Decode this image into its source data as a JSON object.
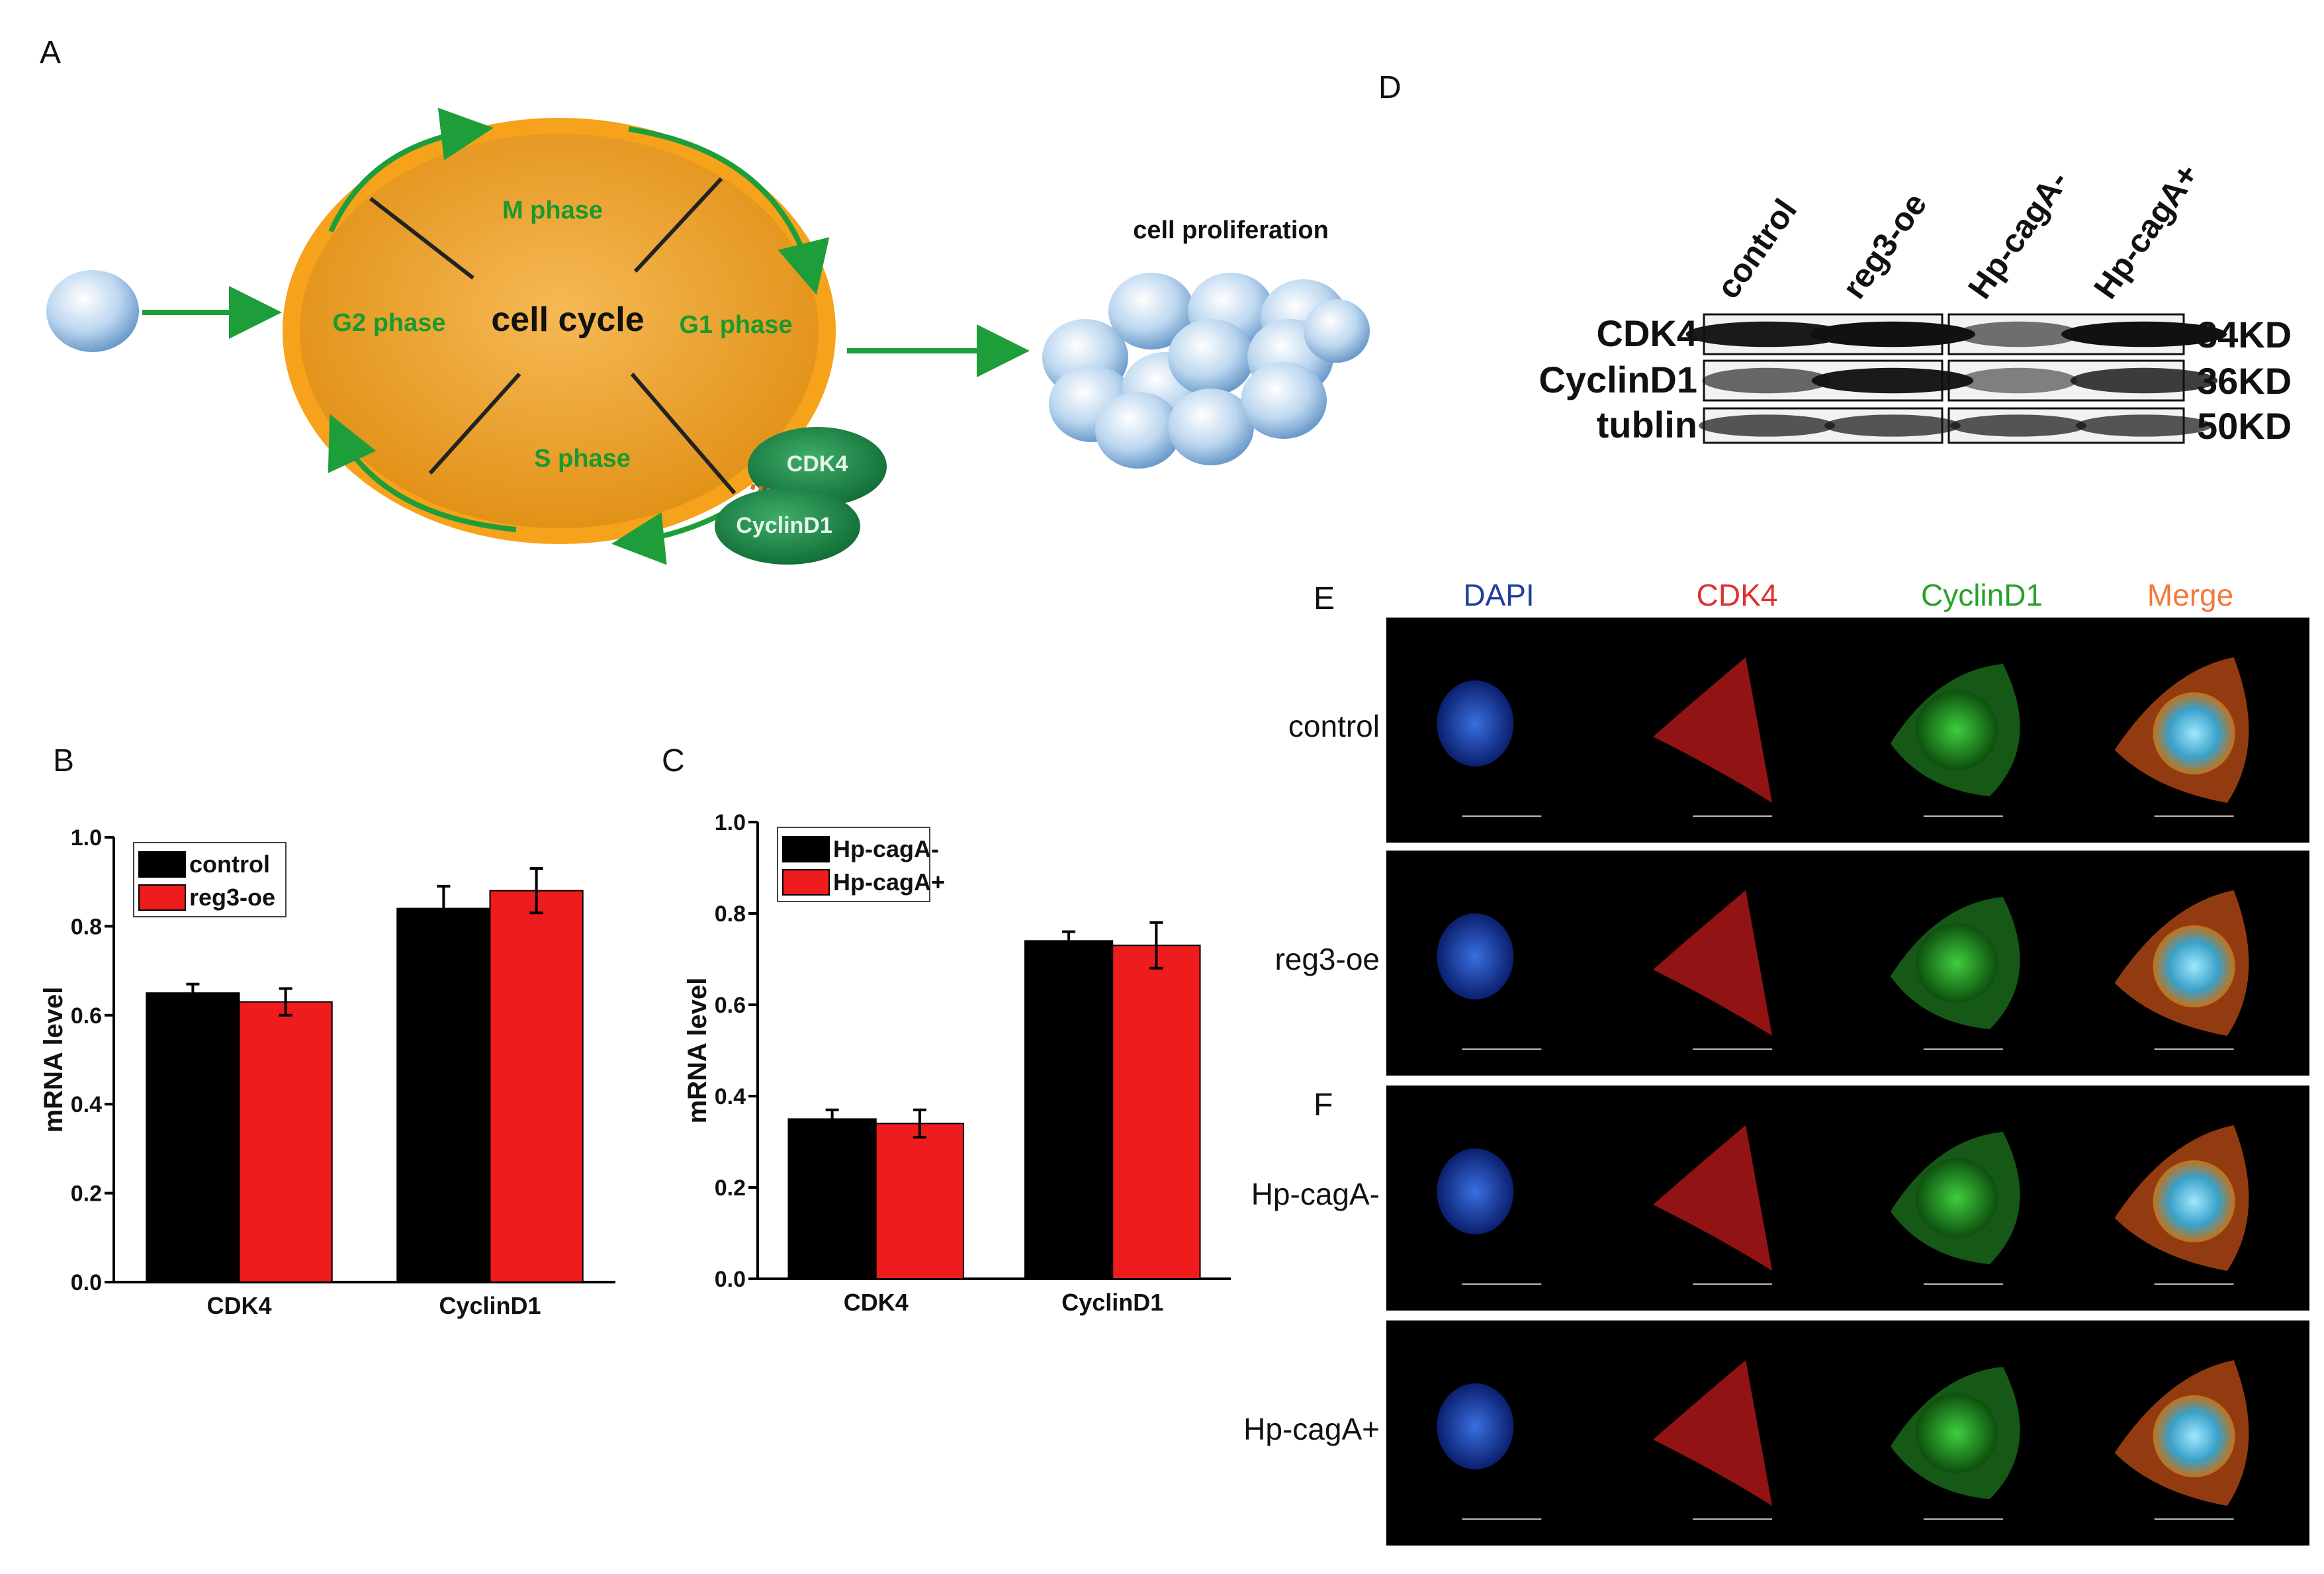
{
  "panels": {
    "A": "A",
    "B": "B",
    "C": "C",
    "D": "D",
    "E": "E",
    "F": "F"
  },
  "cycle": {
    "m_phase": "M phase",
    "g1_phase": "G1 phase",
    "g2_phase": "G2 phase",
    "s_phase": "S phase",
    "center": "cell cycle",
    "cdk4": "CDK4",
    "cyclind1": "CyclinD1",
    "proliferation": "cell proliferation"
  },
  "colors": {
    "cycle_fill": "#f0a020",
    "cycle_ring": "#f7a21b",
    "arrow": "#1e9e3a",
    "phase_text": "#1a9a2e",
    "bar_a": "#000000",
    "bar_b": "#ee1c1c"
  },
  "chart_data": [
    {
      "type": "bar",
      "panel": "B",
      "categories": [
        "CDK4",
        "CyclinD1"
      ],
      "series": [
        {
          "name": "control",
          "values": [
            0.65,
            0.84
          ]
        },
        {
          "name": "reg3-oe",
          "values": [
            0.63,
            0.88
          ]
        }
      ],
      "errors": [
        [
          0.02,
          0.05
        ],
        [
          0.03,
          0.05
        ]
      ],
      "ylabel": "mRNA level",
      "ylim": [
        0,
        1.0
      ],
      "yticks": [
        "0.0",
        "0.2",
        "0.4",
        "0.6",
        "0.8",
        "1.0"
      ],
      "legend": "top-left"
    },
    {
      "type": "bar",
      "panel": "C",
      "categories": [
        "CDK4",
        "CyclinD1"
      ],
      "series": [
        {
          "name": "Hp-cagA-",
          "values": [
            0.35,
            0.74
          ]
        },
        {
          "name": "Hp-cagA+",
          "values": [
            0.34,
            0.73
          ]
        }
      ],
      "errors": [
        [
          0.02,
          0.02
        ],
        [
          0.03,
          0.05
        ]
      ],
      "ylabel": "mRNA level",
      "ylim": [
        0,
        1.0
      ],
      "yticks": [
        "0.0",
        "0.2",
        "0.4",
        "0.6",
        "0.8",
        "1.0"
      ],
      "legend": "top-left"
    }
  ],
  "western": {
    "lanes": [
      "control",
      "reg3-oe",
      "Hp-cagA-",
      "Hp-cagA+"
    ],
    "rows": [
      {
        "name": "CDK4",
        "size": "34KD",
        "intensity": [
          0.95,
          1.0,
          0.45,
          1.0
        ]
      },
      {
        "name": "CyclinD1",
        "size": "36KD",
        "intensity": [
          0.5,
          0.95,
          0.35,
          0.75
        ]
      },
      {
        "name": "tublin",
        "size": "50KD",
        "intensity": [
          0.6,
          0.6,
          0.6,
          0.6
        ]
      }
    ]
  },
  "microscopy": {
    "columns": [
      {
        "label": "DAPI",
        "color": "#1f3f9e"
      },
      {
        "label": "CDK4",
        "color": "#e03030"
      },
      {
        "label": "CyclinD1",
        "color": "#2aa12a"
      },
      {
        "label": "Merge",
        "color": "#f07a3a"
      }
    ],
    "rows": [
      "control",
      "reg3-oe",
      "Hp-cagA-",
      "Hp-cagA+"
    ]
  }
}
